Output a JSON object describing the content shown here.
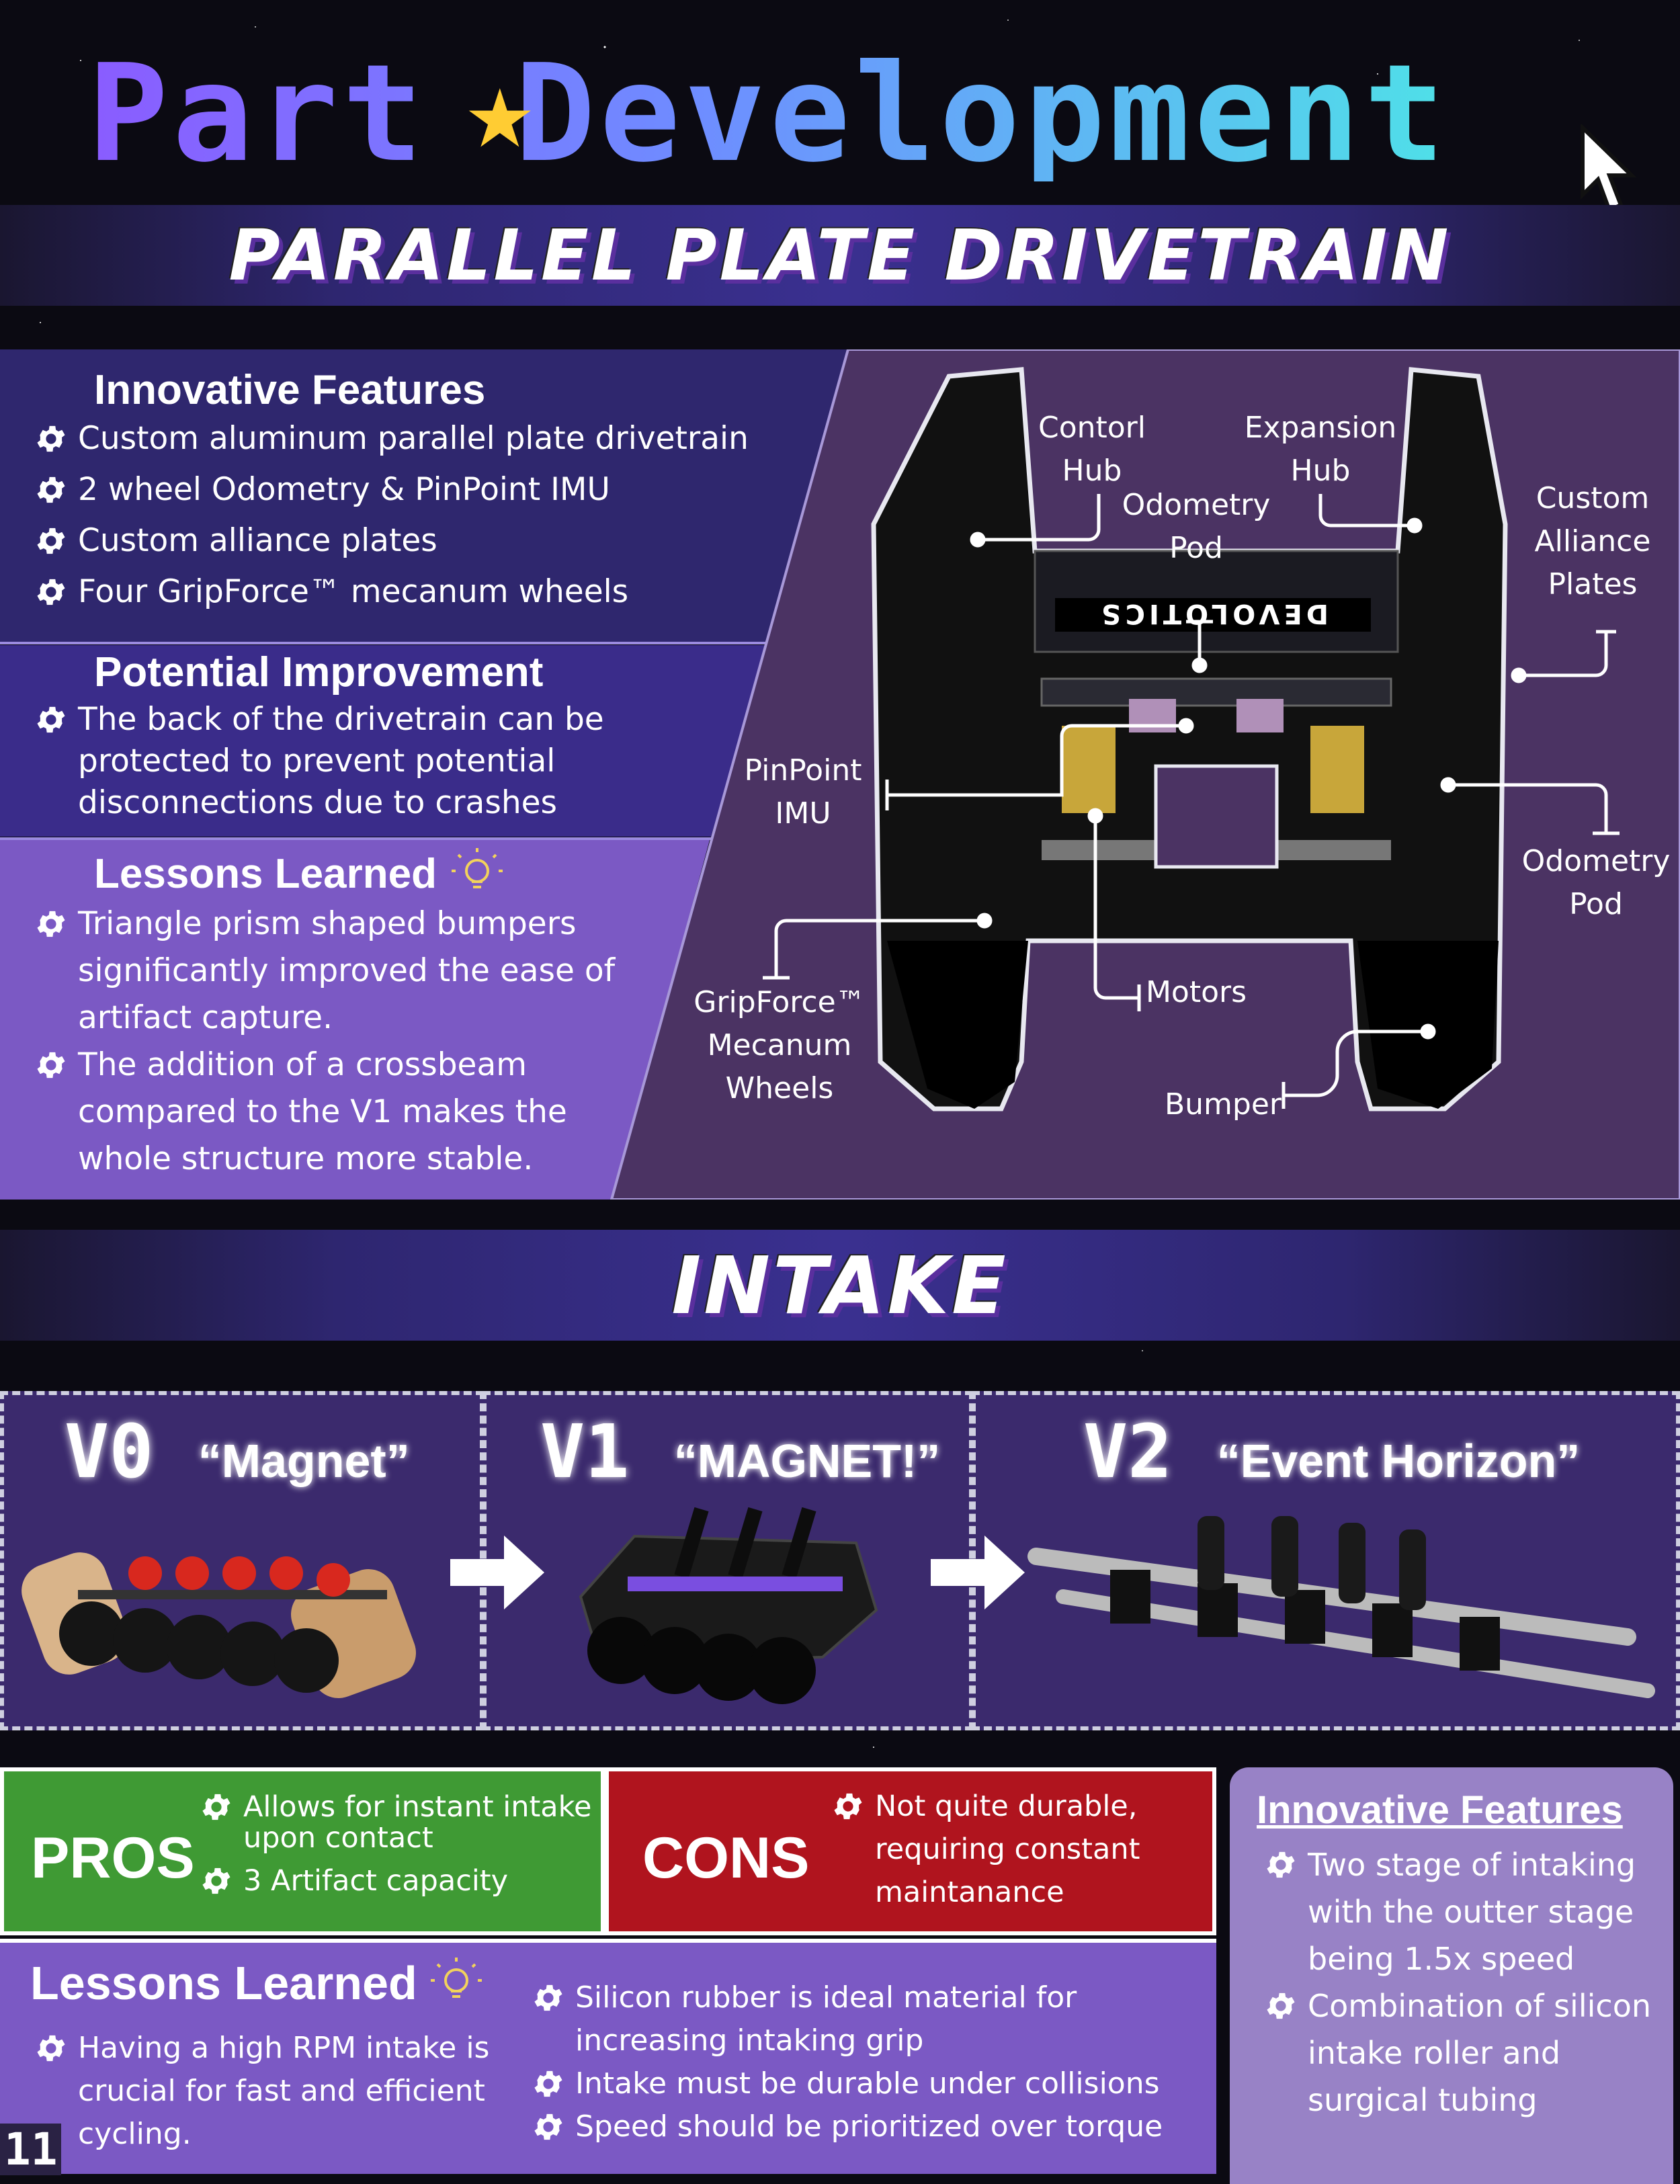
{
  "header": {
    "title_part1": "Part",
    "title_part2": "Development"
  },
  "drivetrain": {
    "banner": "PARALLEL PLATE DRIVETRAIN",
    "innovative": {
      "title": "Innovative Features",
      "items": [
        "Custom aluminum parallel plate drivetrain",
        "2 wheel Odometry & PinPoint IMU",
        "Custom alliance plates",
        "Four GripForce™ mecanum wheels"
      ]
    },
    "improvement": {
      "title": "Potential Improvement",
      "items": [
        "The back of the drivetrain can be protected to prevent potential disconnections due to crashes"
      ]
    },
    "lessons": {
      "title": "Lessons Learned",
      "items": [
        "Triangle prism shaped bumpers significantly improved the ease of artifact capture.",
        "The addition of a crossbeam compared to the V1 makes the whole structure more stable."
      ]
    },
    "callouts": {
      "control_hub": "Contorl Hub",
      "expansion_hub": "Expansion Hub",
      "odometry_pod_top": "Odometry Pod",
      "custom_plates": "Custom Alliance Plates",
      "pinpoint": "PinPoint IMU",
      "odometry_pod_right": "Odometry Pod",
      "gripforce": "GripForce™ Mecanum Wheels",
      "motors": "Motors",
      "bumper": "Bumper",
      "robot_logo": "DEVOLOTICS"
    }
  },
  "intake": {
    "banner": "INTAKE",
    "versions": [
      {
        "code": "V0",
        "name": "“Magnet”"
      },
      {
        "code": "V1",
        "name": "“MAGNET!”"
      },
      {
        "code": "V2",
        "name": "“Event Horizon”"
      }
    ],
    "pros": {
      "label": "PROS",
      "items": [
        "Allows for instant intake upon contact",
        "3 Artifact capacity"
      ]
    },
    "cons": {
      "label": "CONS",
      "items": [
        "Not quite durable, requiring constant maintanance"
      ]
    },
    "innovative": {
      "title": "Innovative Features",
      "items": [
        "Two stage of intaking with the outter stage being 1.5x speed",
        "Combination of silicon intake roller and surgical tubing"
      ]
    },
    "lessons": {
      "title": "Lessons Learned",
      "left_items": [
        "Having a high RPM intake is crucial for fast and efficient cycling."
      ],
      "right_items": [
        "Silicon rubber is ideal material for increasing intaking grip",
        "Intake must be durable under collisions",
        "Speed should be prioritized over torque"
      ]
    }
  },
  "page_number": "11",
  "colors": {
    "pros": "#3f9a34",
    "cons": "#b0141e",
    "accent_purple": "#7f5cc0",
    "banner_purple": "#3a3090"
  }
}
